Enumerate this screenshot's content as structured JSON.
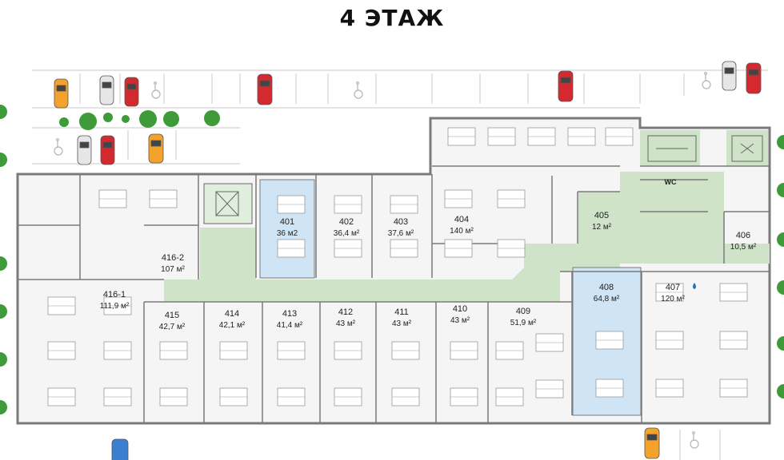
{
  "title": "4 ЭТАЖ",
  "colors": {
    "corridor": "#cfe3c9",
    "highlight": "#cfe4f4",
    "wall": "#7a7a7a",
    "room": "#f6f6f6",
    "car_red": "#d42a2f",
    "car_orange": "#f3a32b",
    "car_white": "#e6e6e6",
    "car_blue": "#3a7fd0",
    "tree": "#3f9a3a"
  },
  "rooms": [
    {
      "num": "401",
      "area": "36 м2",
      "highlighted": true
    },
    {
      "num": "402",
      "area": "36,4 м²"
    },
    {
      "num": "403",
      "area": "37,6 м²"
    },
    {
      "num": "404",
      "area": "140 м²"
    },
    {
      "num": "405",
      "area": "12 м²"
    },
    {
      "num": "406",
      "area": "10,5 м²"
    },
    {
      "num": "407",
      "area": "120 м²"
    },
    {
      "num": "408",
      "area": "64,8 м²",
      "highlighted": true
    },
    {
      "num": "409",
      "area": "51,9 м²"
    },
    {
      "num": "410",
      "area": "43 м²"
    },
    {
      "num": "411",
      "area": "43 м²"
    },
    {
      "num": "412",
      "area": "43 м²"
    },
    {
      "num": "413",
      "area": "41,4 м²"
    },
    {
      "num": "414",
      "area": "42,1 м²"
    },
    {
      "num": "415",
      "area": "42,7 м²"
    },
    {
      "num": "416-1",
      "area": "111,9 м²"
    },
    {
      "num": "416-2",
      "area": "107 м²"
    }
  ],
  "wc_label": "WC",
  "icons": [
    "parking-car-icon",
    "tree-icon",
    "wheelchair-icon",
    "stairs-icon",
    "elevator-icon",
    "water-drop-icon",
    "desk-cluster-icon"
  ]
}
